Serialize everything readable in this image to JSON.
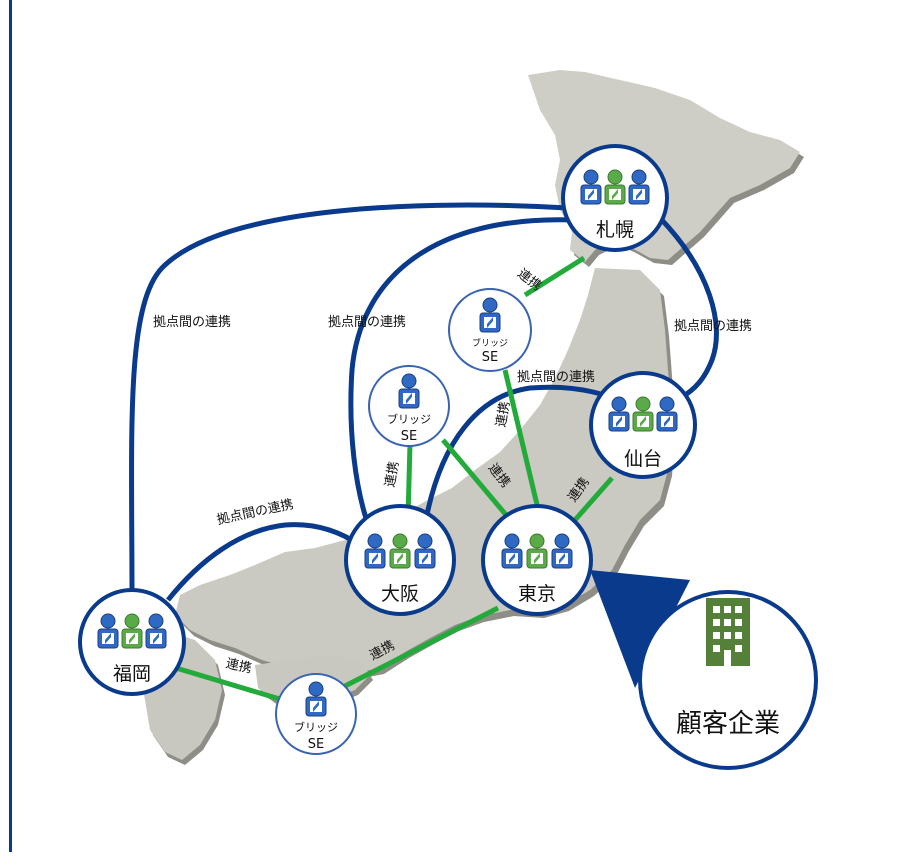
{
  "colors": {
    "navy": "#0a3a8c",
    "green": "#22aa3a",
    "person_blue": "#2f69c4",
    "person_green": "#5aaa4a",
    "building_green": "#55803a",
    "land": "#c9c8bf",
    "land_shadow": "#8e8d86"
  },
  "hubs": {
    "sapporo": "札幌",
    "sendai": "仙台",
    "tokyo": "東京",
    "osaka": "大阪",
    "fukuoka": "福岡"
  },
  "se_nodes": {
    "label_line1": "ブリッジ",
    "label_line2": "SE"
  },
  "customer": {
    "label": "顧客企業",
    "icon": "building-icon"
  },
  "edge_labels": {
    "cooperation": "連携",
    "inter_hub": "拠点間の連携"
  },
  "icons": {
    "person": "person-icon",
    "left_border": "border-line"
  }
}
